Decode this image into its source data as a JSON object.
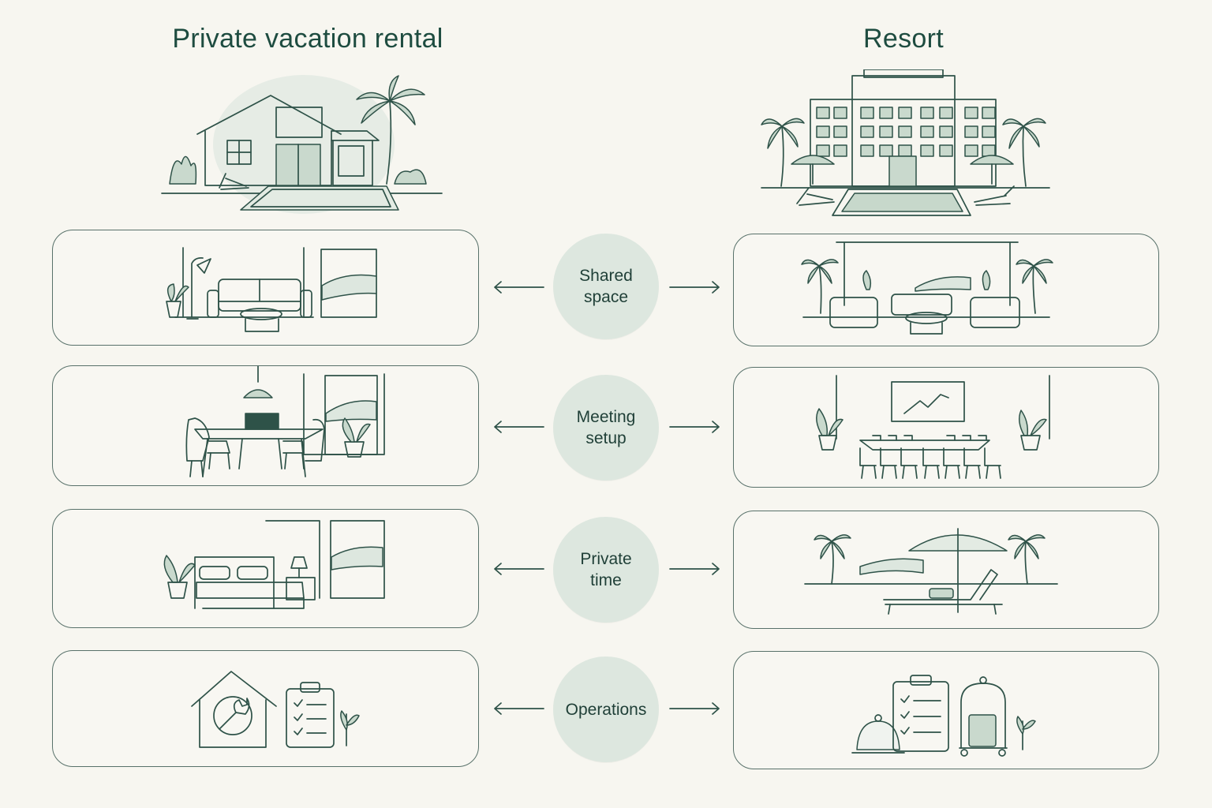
{
  "titles": {
    "left": "Private vacation rental",
    "right": "Resort"
  },
  "rows": [
    {
      "label": "Shared space",
      "left_icon": "living-room-icon",
      "right_icon": "resort-lounge-icon"
    },
    {
      "label": "Meeting setup",
      "left_icon": "dining-table-meeting-icon",
      "right_icon": "conference-room-icon"
    },
    {
      "label": "Private time",
      "left_icon": "bedroom-icon",
      "right_icon": "beach-lounger-icon"
    },
    {
      "label": "Operations",
      "left_icon": "home-maintenance-checklist-icon",
      "right_icon": "concierge-bell-luggage-icon"
    }
  ],
  "hero": {
    "left_icon": "vacation-house-icon",
    "right_icon": "resort-hotel-icon"
  },
  "colors": {
    "line": "#2e5248",
    "accent_fill": "#c9d9cd",
    "circle_fill": "#dde7df",
    "background": "#f7f6f0"
  }
}
